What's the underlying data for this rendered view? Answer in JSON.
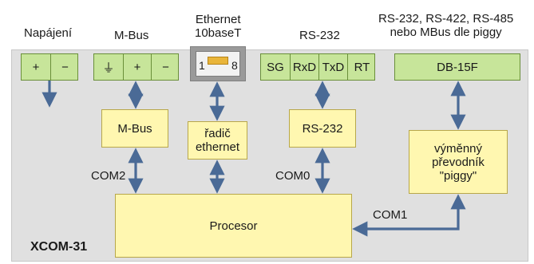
{
  "labels": {
    "napajeni": "Napájení",
    "mbus_top": "M-Bus",
    "ethernet_line1": "Ethernet",
    "ethernet_line2": "10baseT",
    "rs232_top": "RS-232",
    "piggy_line1": "RS-232, RS-422, RS-485",
    "piggy_line2": "nebo MBus dle piggy"
  },
  "terminals": {
    "power": [
      "+",
      "−"
    ],
    "mbus": [
      "⏚",
      "+",
      "−"
    ],
    "rs232": [
      "SG",
      "RxD",
      "TxD",
      "RT"
    ],
    "db15": "DB-15F"
  },
  "ethernet_pins": {
    "first": "1",
    "last": "8"
  },
  "blocks": {
    "mbus": "M-Bus",
    "ethernet_line1": "řadič",
    "ethernet_line2": "ethernet",
    "rs232": "RS-232",
    "piggy_line1": "výměnný",
    "piggy_line2": "převodník",
    "piggy_line3": "\"piggy\"",
    "processor": "Procesor"
  },
  "ports": {
    "com2": "COM2",
    "com0": "COM0",
    "com1": "COM1"
  },
  "model": "XCOM-31",
  "colors": {
    "terminal": "#c7e59a",
    "block": "#fff7b0",
    "panel": "#e0e0e0",
    "arrow": "#4a6a96"
  }
}
